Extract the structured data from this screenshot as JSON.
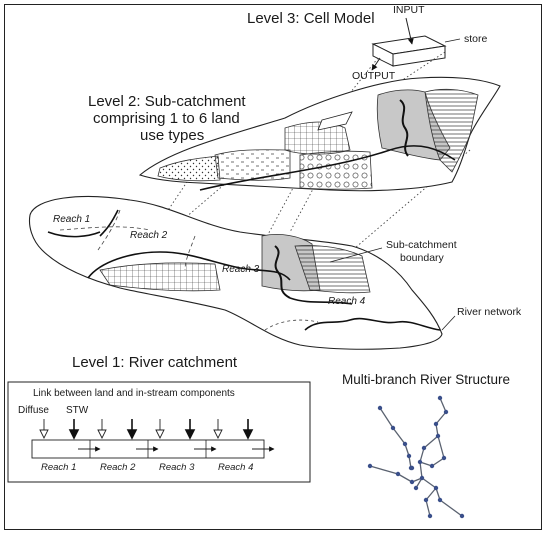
{
  "level3": {
    "title": "Level 3: Cell Model",
    "input": "INPUT",
    "output": "OUTPUT",
    "store": "store"
  },
  "level2": {
    "title_lines": [
      "Level 2: Sub-catchment",
      "comprising 1 to 6 land",
      "use types"
    ]
  },
  "level1": {
    "title": "Level 1: River catchment",
    "reaches": [
      "Reach 1",
      "Reach 2",
      "Reach 3",
      "Reach 4"
    ],
    "subcatchment_label": [
      "Sub-catchment",
      "boundary"
    ],
    "river_network_label": "River network"
  },
  "link_panel": {
    "title": "Link between land and in-stream components",
    "diffuse": "Diffuse",
    "stw": "STW",
    "reaches": [
      "Reach 1",
      "Reach 2",
      "Reach 3",
      "Reach 4"
    ]
  },
  "river_structure": {
    "title": "Multi-branch River Structure",
    "node_color": "#3a4f8a",
    "line_color": "#5a6270"
  }
}
